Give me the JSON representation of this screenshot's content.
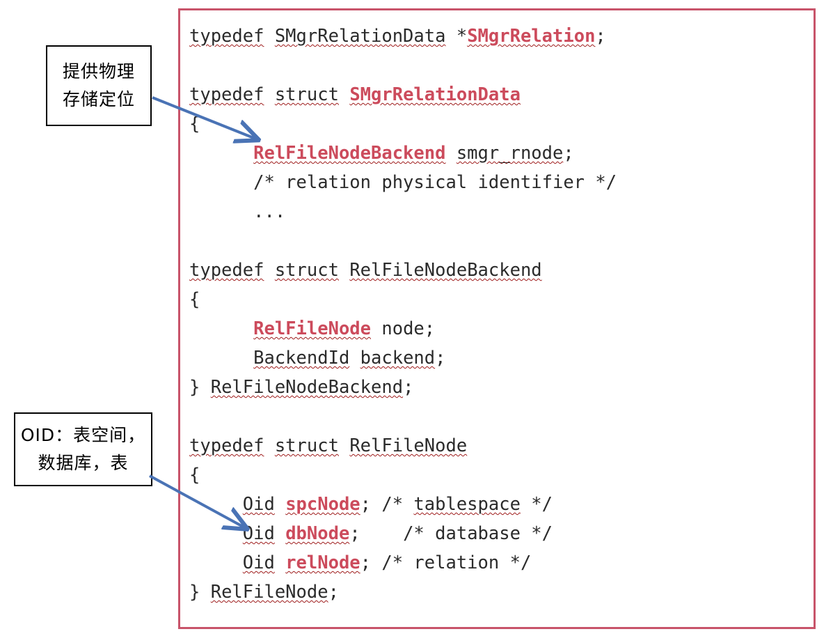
{
  "code_panel": {
    "border_color": "#C8546A",
    "lines": [
      {
        "id": "line-typedef-smgrrelation",
        "segments": [
          {
            "text": "typedef",
            "style": "spell"
          },
          {
            "text": " ",
            "style": "plain"
          },
          {
            "text": "SMgrRelationData",
            "style": "spell"
          },
          {
            "text": " *",
            "style": "plain"
          },
          {
            "text": "SMgrRelation",
            "style": "red-spell"
          },
          {
            "text": ";",
            "style": "plain"
          }
        ]
      },
      {
        "id": "line-blank-1",
        "segments": []
      },
      {
        "id": "line-typedef-struct-smgrrelationdata",
        "segments": [
          {
            "text": "typedef",
            "style": "spell"
          },
          {
            "text": " ",
            "style": "plain"
          },
          {
            "text": "struct",
            "style": "spell"
          },
          {
            "text": " ",
            "style": "plain"
          },
          {
            "text": "SMgrRelationData",
            "style": "red-spell"
          }
        ]
      },
      {
        "id": "line-open-brace-1",
        "segments": [
          {
            "text": "{",
            "style": "plain"
          }
        ]
      },
      {
        "id": "line-relfilenodebackend-field",
        "segments": [
          {
            "text": "      ",
            "style": "plain"
          },
          {
            "text": "RelFileNodeBackend",
            "style": "red-spell"
          },
          {
            "text": " ",
            "style": "plain"
          },
          {
            "text": "smgr_rnode",
            "style": "spell"
          },
          {
            "text": ";",
            "style": "plain"
          }
        ]
      },
      {
        "id": "line-comment-relation-physical-identifier",
        "segments": [
          {
            "text": "      /* relation physical identifier */",
            "style": "plain"
          }
        ]
      },
      {
        "id": "line-ellipsis",
        "segments": [
          {
            "text": "      ...",
            "style": "plain"
          }
        ]
      },
      {
        "id": "line-blank-2",
        "segments": []
      },
      {
        "id": "line-typedef-struct-relfilenodebackend",
        "segments": [
          {
            "text": "typedef",
            "style": "spell"
          },
          {
            "text": " ",
            "style": "plain"
          },
          {
            "text": "struct",
            "style": "spell"
          },
          {
            "text": " ",
            "style": "plain"
          },
          {
            "text": "RelFileNodeBackend",
            "style": "spell"
          }
        ]
      },
      {
        "id": "line-open-brace-2",
        "segments": [
          {
            "text": "{",
            "style": "plain"
          }
        ]
      },
      {
        "id": "line-relfilenode-node",
        "segments": [
          {
            "text": "      ",
            "style": "plain"
          },
          {
            "text": "RelFileNode",
            "style": "red-spell"
          },
          {
            "text": " node;",
            "style": "plain"
          }
        ]
      },
      {
        "id": "line-backendid-backend",
        "segments": [
          {
            "text": "      ",
            "style": "plain"
          },
          {
            "text": "BackendId",
            "style": "spell"
          },
          {
            "text": " ",
            "style": "plain"
          },
          {
            "text": "backend",
            "style": "spell"
          },
          {
            "text": ";",
            "style": "plain"
          }
        ]
      },
      {
        "id": "line-close-relfilenodebackend",
        "segments": [
          {
            "text": "} ",
            "style": "plain"
          },
          {
            "text": "RelFileNodeBackend",
            "style": "spell"
          },
          {
            "text": ";",
            "style": "plain"
          }
        ]
      },
      {
        "id": "line-blank-3",
        "segments": []
      },
      {
        "id": "line-typedef-struct-relfilenode",
        "segments": [
          {
            "text": "typedef",
            "style": "spell"
          },
          {
            "text": " ",
            "style": "plain"
          },
          {
            "text": "struct",
            "style": "spell"
          },
          {
            "text": " ",
            "style": "plain"
          },
          {
            "text": "RelFileNode",
            "style": "spell"
          }
        ]
      },
      {
        "id": "line-open-brace-3",
        "segments": [
          {
            "text": "{",
            "style": "plain"
          }
        ]
      },
      {
        "id": "line-oid-spcnode",
        "segments": [
          {
            "text": "     ",
            "style": "plain"
          },
          {
            "text": "Oid",
            "style": "spell"
          },
          {
            "text": " ",
            "style": "plain"
          },
          {
            "text": "spcNode",
            "style": "red-spell"
          },
          {
            "text": "; /* ",
            "style": "plain"
          },
          {
            "text": "tablespace",
            "style": "spell"
          },
          {
            "text": " */",
            "style": "plain"
          }
        ]
      },
      {
        "id": "line-oid-dbnode",
        "segments": [
          {
            "text": "     ",
            "style": "plain"
          },
          {
            "text": "Oid",
            "style": "spell"
          },
          {
            "text": " ",
            "style": "plain"
          },
          {
            "text": "dbNode",
            "style": "red-spell"
          },
          {
            "text": ";    /* database */",
            "style": "plain"
          }
        ]
      },
      {
        "id": "line-oid-relnode",
        "segments": [
          {
            "text": "     ",
            "style": "plain"
          },
          {
            "text": "Oid",
            "style": "spell"
          },
          {
            "text": " ",
            "style": "plain"
          },
          {
            "text": "relNode",
            "style": "red-spell"
          },
          {
            "text": "; /* relation */",
            "style": "plain"
          }
        ]
      },
      {
        "id": "line-close-relfilenode",
        "segments": [
          {
            "text": "} ",
            "style": "plain"
          },
          {
            "text": "RelFileNode",
            "style": "spell"
          },
          {
            "text": ";",
            "style": "plain"
          }
        ]
      }
    ]
  },
  "callouts": {
    "physical": {
      "line1": "提供物理",
      "line2": "存储定位"
    },
    "oid": {
      "line1": "OID：表空间，",
      "line2": "数据库，表"
    }
  },
  "arrows": {
    "color": "#4A73B5",
    "physical_target": "RelFileNodeBackend",
    "oid_target": "Oid dbNode"
  }
}
